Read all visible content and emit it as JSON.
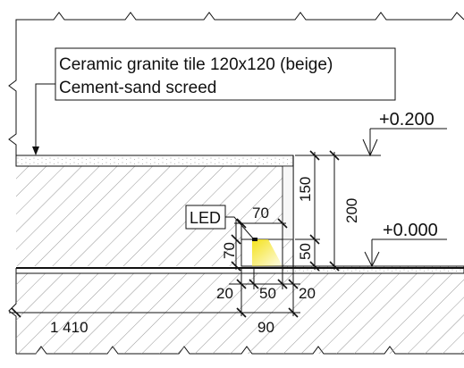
{
  "note": {
    "line1": "Ceramic granite tile 120x120 (beige)",
    "line2": "Cement-sand screed"
  },
  "levels": {
    "upper": "+0.200",
    "lower": "+0.000"
  },
  "led_label": "LED",
  "dimensions": {
    "d70_horizontal": "70",
    "d70_vertical": "70",
    "d150": "150",
    "d200": "200",
    "d50_vertical": "50",
    "d20_left": "20",
    "d50_bottom": "50",
    "d20_right": "20",
    "d90": "90",
    "d1410": "1 410"
  },
  "colors": {
    "ink": "#111111",
    "hatch": "#8a8a8a",
    "led_glow": "#f4e21a"
  }
}
